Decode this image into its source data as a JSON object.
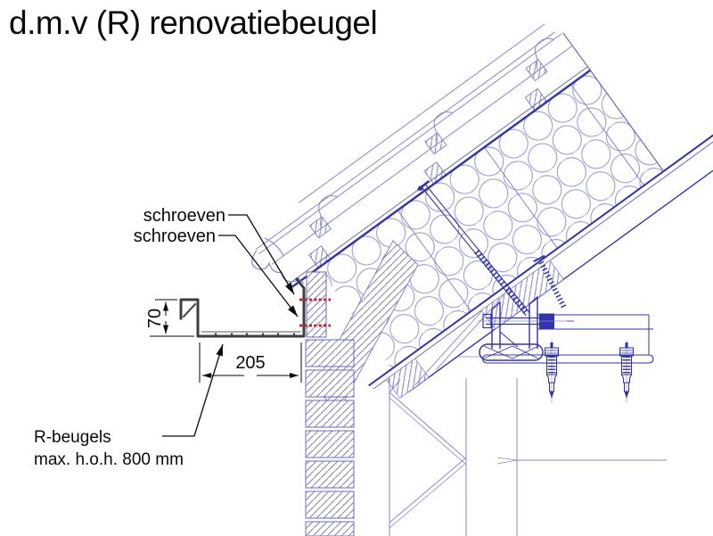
{
  "title": "d.m.v (R) renovatiebeugel",
  "labels": {
    "screw_top": "schroeven",
    "screw_bottom": "schroeven",
    "bracket_note_line1": "R-beugels",
    "bracket_note_line2": "max. h.o.h. 800 mm"
  },
  "dimensions": {
    "gutter_height_mm": "70",
    "gutter_width_mm": "205"
  },
  "colors": {
    "cad_blue": "#3333ad",
    "cad_blue_mid": "#6a6abf",
    "cad_blue_light": "#8787cd",
    "scallop_blue": "#8f8fd0",
    "hatch_blue": "#7d7dc8",
    "screw_red": "#c41e1e",
    "gutter_dark": "#3d3d45",
    "text": "#0a0a0a",
    "background": "#ffffff"
  }
}
